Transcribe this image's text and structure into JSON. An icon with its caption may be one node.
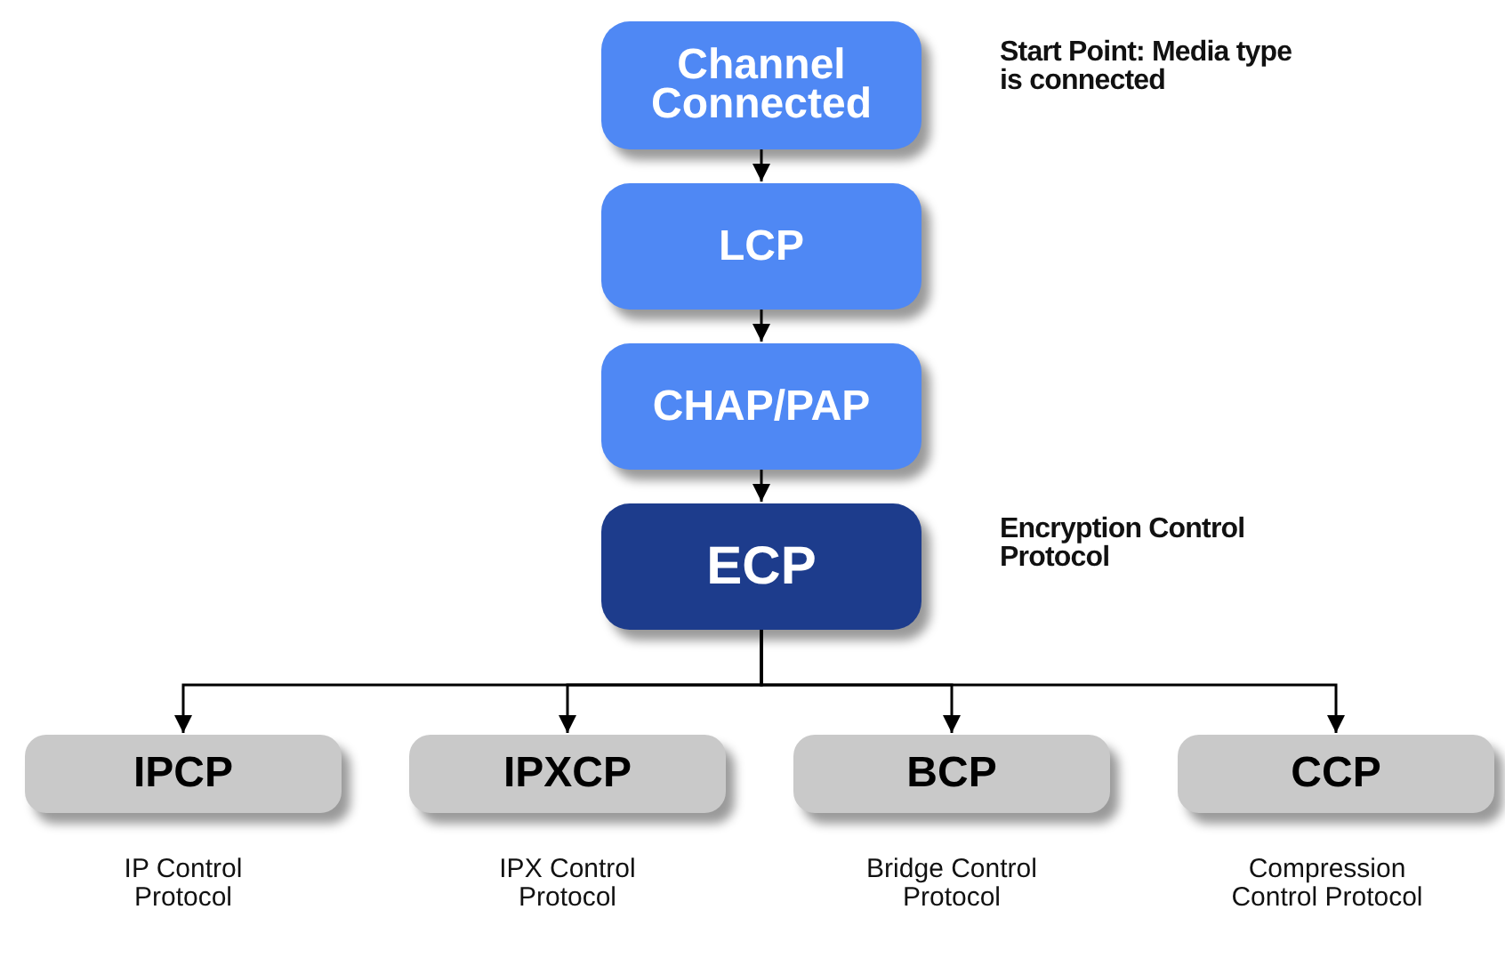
{
  "diagram": {
    "nodes": [
      {
        "text": [
          "Channel Connected"
        ],
        "beside": [
          "Start Point: Media type is connected"
        ]
      },
      {
        "text": [
          "LCP"
        ]
      },
      {
        "text": [
          "CHAP/PAP"
        ]
      },
      {
        "text": [
          "ECP"
        ],
        "beside": [
          "Encryption Control Protocol"
        ]
      },
      {
        "text": [
          "IPCP"
        ],
        "beside": [
          "IP Control Protocol"
        ]
      },
      {
        "text": [
          "IPXCP"
        ],
        "beside": [
          "IPX Control Protocol"
        ]
      },
      {
        "text": [
          "BCP"
        ],
        "beside": [
          "Bridge Control Protocol"
        ]
      },
      {
        "text": [
          "CCP"
        ],
        "beside": [
          "Compression Control Protocol"
        ]
      }
    ],
    "edges": [
      {
        "from": 0,
        "to": 1,
        "arrow": "to"
      },
      {
        "from": 1,
        "to": 2,
        "arrow": "to"
      },
      {
        "from": 2,
        "to": 3,
        "arrow": "to"
      },
      {
        "from": 3,
        "to": 4,
        "arrow": "to"
      },
      {
        "from": 3,
        "to": 5,
        "arrow": "to"
      },
      {
        "from": 3,
        "to": 6,
        "arrow": "to"
      },
      {
        "from": 3,
        "to": 7,
        "arrow": "to"
      }
    ]
  }
}
